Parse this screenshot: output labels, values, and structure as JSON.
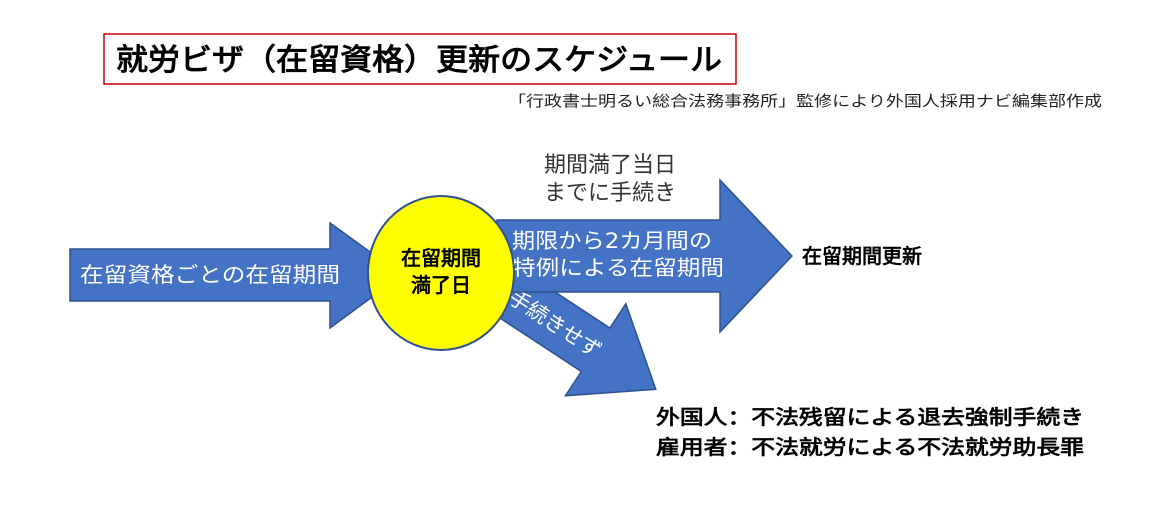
{
  "title": "就労ビザ（在留資格）更新のスケジュール",
  "credit": "「行政書士明るい総合法務事務所」監修により外国人採用ナビ編集部作成",
  "caption": {
    "line1": "期間満了当日",
    "line2": "までに手続き"
  },
  "arrows": {
    "left": {
      "label": "在留資格ごとの在留期間"
    },
    "right": {
      "line1": "期限から2カ月間の",
      "line2": "特例による在留期間"
    },
    "diagonal": {
      "label": "手続きせず"
    }
  },
  "circle": {
    "line1": "在留期間",
    "line2": "満了日"
  },
  "results": {
    "renewal": "在留期間更新",
    "foreigner": "外国人：不法残留による退去強制手続き",
    "employer": "雇用者：不法就労による不法就労助長罪"
  },
  "colors": {
    "arrow_fill": "#4472c4",
    "arrow_stroke": "#2f528f",
    "circle_fill": "#ffff00",
    "circle_stroke": "#2f528f",
    "title_border": "#c00000"
  }
}
